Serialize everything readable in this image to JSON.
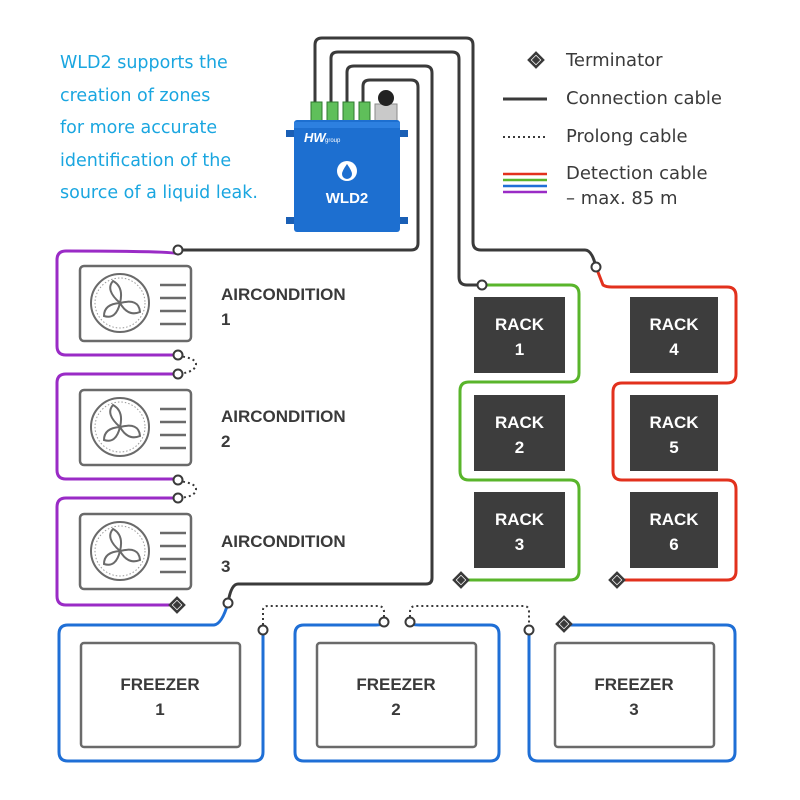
{
  "intro": {
    "line1": "WLD2 supports the",
    "line2": "creation of zones",
    "line3": "for more accurate",
    "line4": "identification of the",
    "line5": "source of a liquid leak."
  },
  "legend": {
    "terminator": "Terminator",
    "connection": "Connection cable",
    "prolong": "Prolong cable",
    "detection_line1": "Detection cable",
    "detection_line2": "– max. 85 m"
  },
  "device": {
    "brand": "HW",
    "brand_sub": "group",
    "name": "WLD2"
  },
  "airconditions": [
    {
      "name": "AIRCONDITION",
      "num": "1"
    },
    {
      "name": "AIRCONDITION",
      "num": "2"
    },
    {
      "name": "AIRCONDITION",
      "num": "3"
    }
  ],
  "racks": [
    {
      "name": "RACK",
      "num": "1"
    },
    {
      "name": "RACK",
      "num": "2"
    },
    {
      "name": "RACK",
      "num": "3"
    },
    {
      "name": "RACK",
      "num": "4"
    },
    {
      "name": "RACK",
      "num": "5"
    },
    {
      "name": "RACK",
      "num": "6"
    }
  ],
  "freezers": [
    {
      "name": "FREEZER",
      "num": "1"
    },
    {
      "name": "FREEZER",
      "num": "2"
    },
    {
      "name": "FREEZER",
      "num": "3"
    }
  ],
  "colors": {
    "cable": "#3a3a3a",
    "purple": "#9a2bc6",
    "green": "#59b52b",
    "red": "#e2311d",
    "blue": "#1f6fd6",
    "device": "#1d6fd0",
    "box": "#3d3d3d",
    "accent_text": "#1aa6e0"
  }
}
